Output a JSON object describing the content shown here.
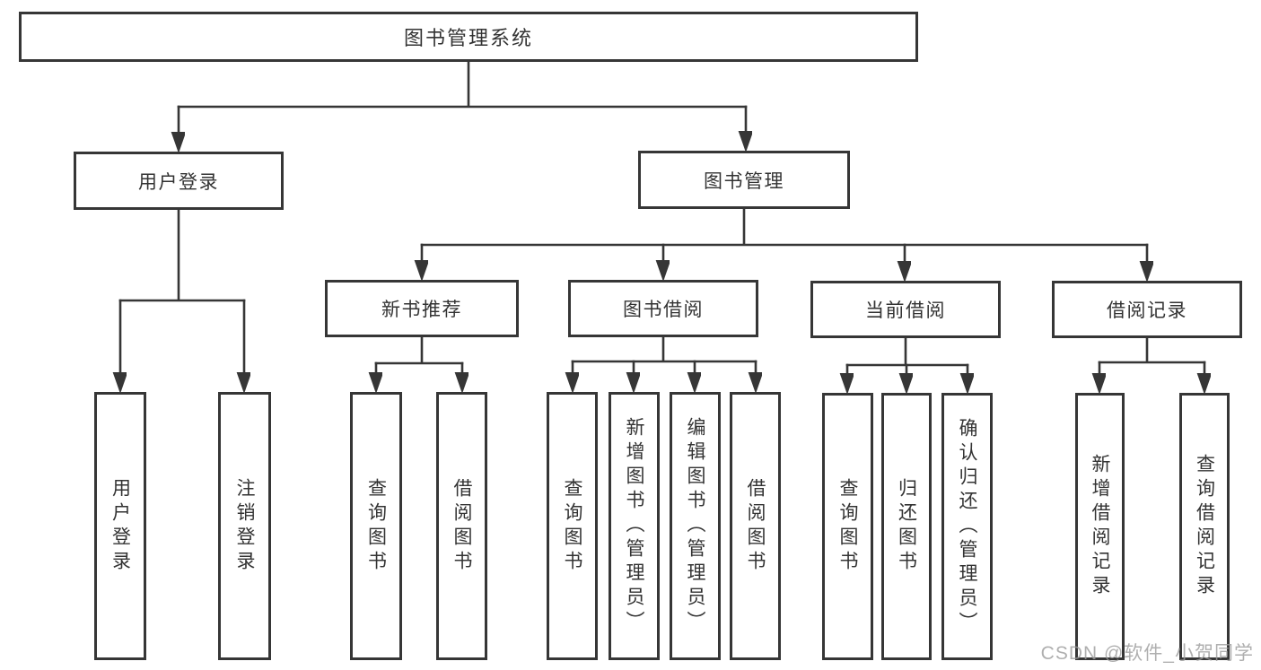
{
  "nodes": {
    "root": "图书管理系统",
    "user_login": "用户登录",
    "book_mgmt": "图书管理",
    "new_book_rec": "新书推荐",
    "book_borrow": "图书借阅",
    "current_borrow": "当前借阅",
    "borrow_records": "借阅记录",
    "ul_login": "用户登录",
    "ul_logout": "注销登录",
    "nb_query": "查询图书",
    "nb_borrow": "借阅图书",
    "bb_query": "查询图书",
    "bb_add": "新增图书（管理员）",
    "bb_edit": "编辑图书（管理员）",
    "bb_borrow": "借阅图书",
    "cb_query": "查询图书",
    "cb_return": "归还图书",
    "cb_confirm": "确认归还（管理员）",
    "br_add": "新增借阅记录",
    "br_query": "查询借阅记录"
  },
  "watermark": "CSDN @软件_小贺同学",
  "colors": {
    "line": "#363636",
    "text": "#333333",
    "watermark": "#9c9c9c",
    "background": "#ffffff"
  }
}
